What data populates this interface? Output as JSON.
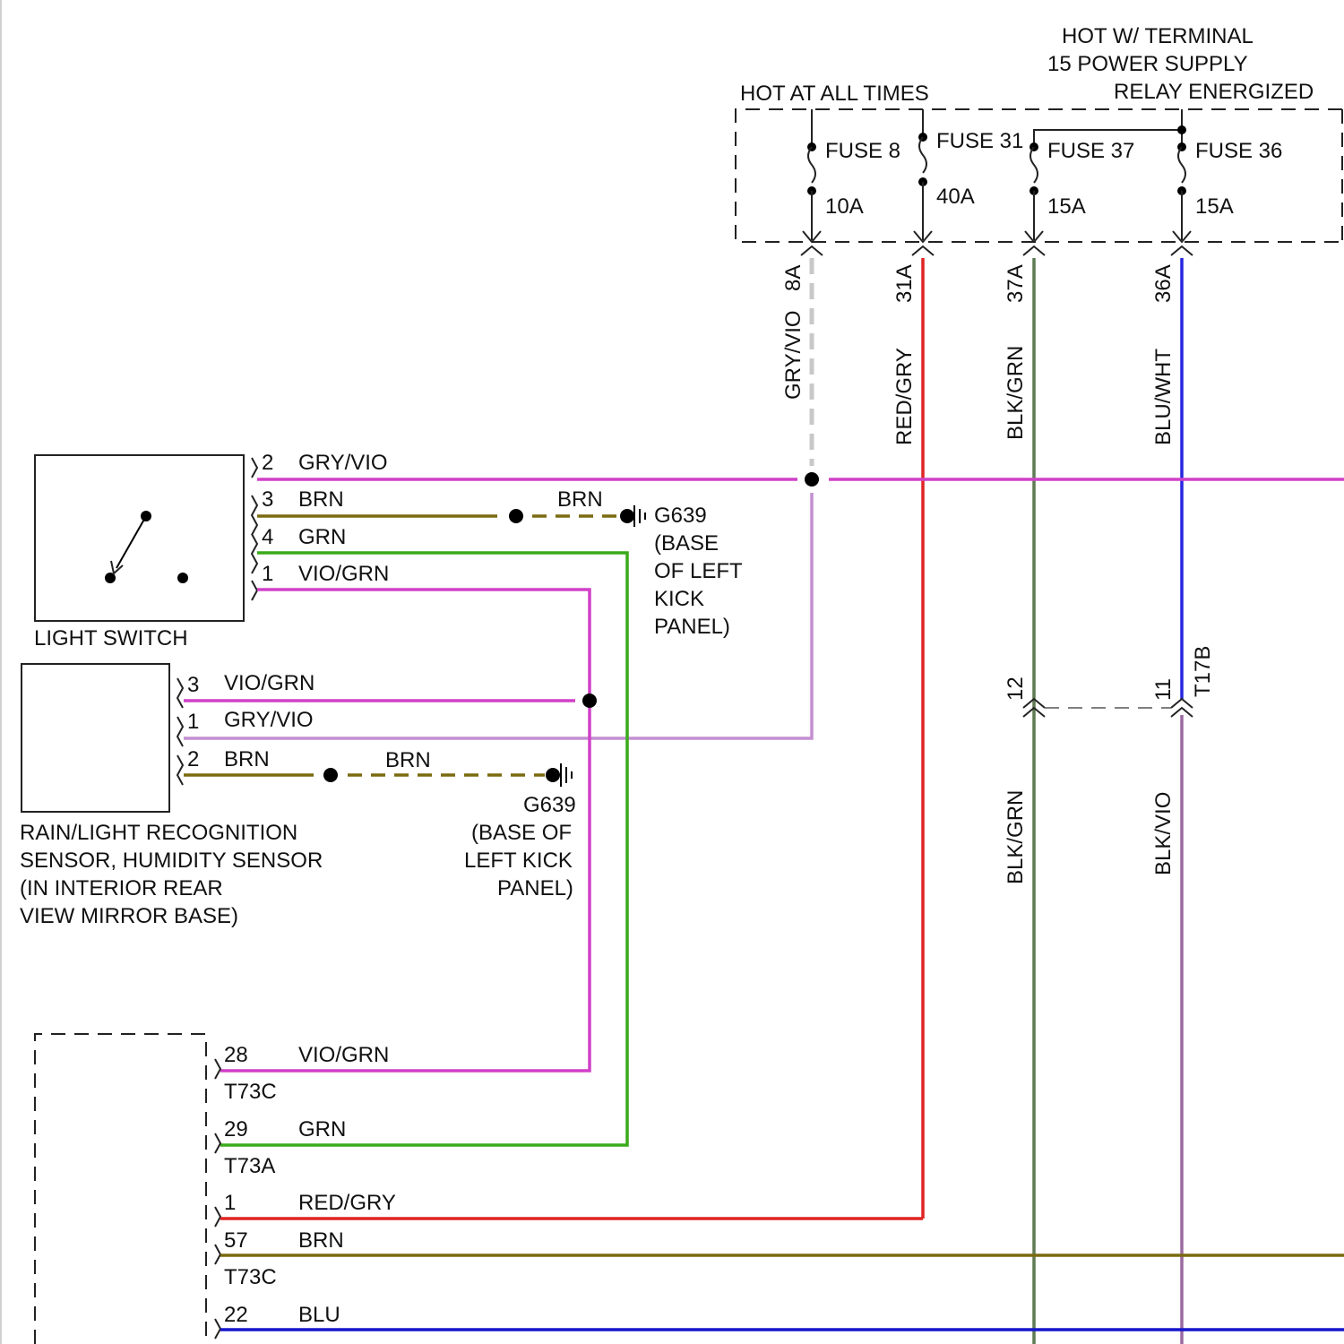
{
  "colors": {
    "gry_vio": "#c48fd0",
    "vio_grn": "#d040c8",
    "brn": "#7a6a10",
    "grn": "#3aaa1a",
    "red_gry": "#e02424",
    "blk_grn": "#5d7a52",
    "blu_wht": "#2626e0",
    "blk_vio": "#9a6aa0",
    "blu": "#1515cc",
    "gry_dash": "#c8c8c8"
  },
  "header": {
    "hot_all_times": "HOT AT ALL TIMES",
    "hot_t15_line1": "HOT W/ TERMINAL",
    "hot_t15_line2": "15 POWER SUPPLY",
    "hot_t15_line3": "RELAY ENERGIZED"
  },
  "fuses": [
    {
      "name": "FUSE 8",
      "rating": "10A",
      "pin": "8A",
      "wire": "GRY/VIO"
    },
    {
      "name": "FUSE 31",
      "rating": "40A",
      "pin": "31A",
      "wire": "RED/GRY"
    },
    {
      "name": "FUSE 37",
      "rating": "15A",
      "pin": "37A",
      "wire": "BLK/GRN"
    },
    {
      "name": "FUSE 36",
      "rating": "15A",
      "pin": "36A",
      "wire": "BLU/WHT"
    }
  ],
  "light_switch": {
    "label": "LIGHT SWITCH",
    "pins": [
      {
        "pin": "2",
        "wire": "GRY/VIO"
      },
      {
        "pin": "3",
        "wire": "BRN"
      },
      {
        "pin": "4",
        "wire": "GRN"
      },
      {
        "pin": "1",
        "wire": "VIO/GRN"
      }
    ]
  },
  "ground_upper": {
    "wire": "BRN",
    "name": "G639",
    "loc_line1": "(BASE",
    "loc_line2": "OF LEFT",
    "loc_line3": "KICK",
    "loc_line4": "PANEL)"
  },
  "sensor": {
    "line1": "RAIN/LIGHT RECOGNITION",
    "line2": "SENSOR, HUMIDITY SENSOR",
    "line3": "(IN INTERIOR REAR",
    "line4": "VIEW MIRROR BASE)",
    "pins": [
      {
        "pin": "3",
        "wire": "VIO/GRN"
      },
      {
        "pin": "1",
        "wire": "GRY/VIO"
      },
      {
        "pin": "2",
        "wire": "BRN"
      }
    ]
  },
  "ground_lower": {
    "wire": "BRN",
    "name": "G639",
    "loc_line1": "(BASE OF",
    "loc_line2": "LEFT KICK",
    "loc_line3": "PANEL)"
  },
  "t17b": {
    "name": "T17B",
    "pin12": "12",
    "pin11": "11",
    "wire12": "BLK/GRN",
    "wire11": "BLK/VIO"
  },
  "module": {
    "pins": [
      {
        "pin": "28",
        "conn": "T73C",
        "wire": "VIO/GRN"
      },
      {
        "pin": "29",
        "conn": "T73A",
        "wire": "GRN"
      },
      {
        "pin": "1",
        "conn": "",
        "wire": "RED/GRY"
      },
      {
        "pin": "57",
        "conn": "T73C",
        "wire": "BRN"
      },
      {
        "pin": "22",
        "conn": "",
        "wire": "BLU"
      }
    ]
  }
}
